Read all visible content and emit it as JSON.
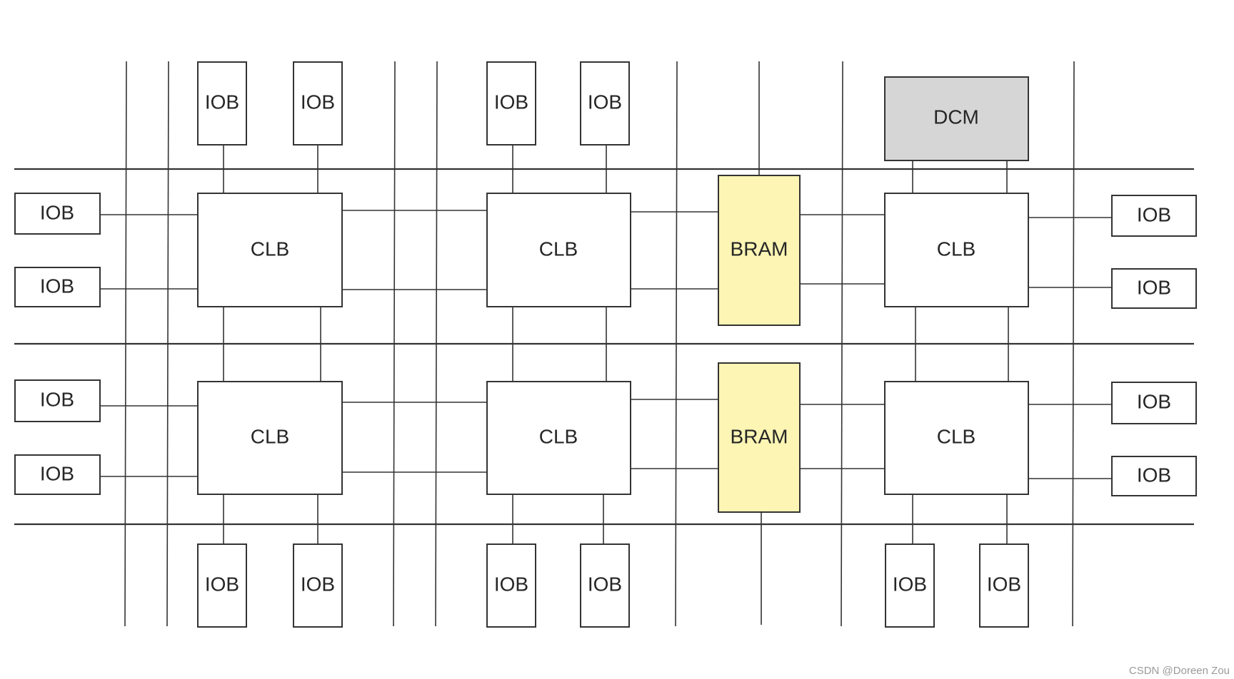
{
  "labels": {
    "iob": "IOB",
    "clb": "CLB",
    "bram": "BRAM",
    "dcm": "DCM"
  },
  "watermark": "CSDN @Doreen Zou",
  "colors": {
    "bram_fill": "#fcf5b4",
    "dcm_fill": "#d6d6d6",
    "box_fill": "#ffffff",
    "stroke": "#333333"
  }
}
